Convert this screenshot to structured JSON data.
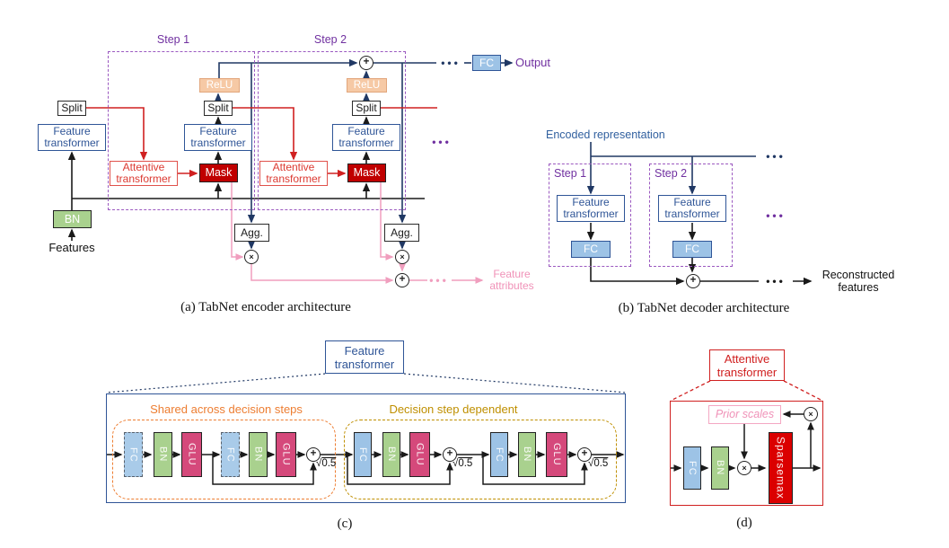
{
  "shared": {
    "feature_transformer": "Feature transformer",
    "attentive_transformer": "Attentive transformer",
    "split": "Split",
    "relu": "ReLU",
    "mask": "Mask",
    "agg": "Agg.",
    "fc": "FC",
    "bn": "BN",
    "glu": "GLU",
    "step1": "Step 1",
    "step2": "Step 2",
    "dots": "•••",
    "plus": "+",
    "times": "×",
    "sqrt_sign": "√",
    "sqrt_value": "0.5"
  },
  "encoder": {
    "caption": "(a) TabNet encoder architecture",
    "features": "Features",
    "output": "Output",
    "feature_attributes": "Feature attributes"
  },
  "decoder": {
    "caption": "(b) TabNet decoder architecture",
    "encoded_representation": "Encoded representation",
    "reconstructed_features": "Reconstructed features"
  },
  "feature_transformer_detail": {
    "caption": "(c)",
    "title": "Feature transformer",
    "shared_across": "Shared across decision steps",
    "step_dependent": "Decision step dependent"
  },
  "attentive_transformer_detail": {
    "caption": "(d)",
    "title": "Attentive transformer",
    "prior_scales": "Prior scales",
    "sparsemax": "Sparsemax"
  },
  "colors": {
    "navy_line": "#203864",
    "black_line": "#1a1a1a",
    "red_line": "#D02020",
    "pink_line": "#F09EBE",
    "purple_step": "#7030A0",
    "purple_dash": "#9B59C0",
    "orange_group": "#ED7D31",
    "olive_group": "#BF8F00",
    "fc_fill": "#9DC3E6",
    "bn_fill": "#A9D18E",
    "glu_fill": "#D5497B",
    "mask_fill": "#C00000",
    "relu_fill": "#F6C9A5",
    "sparsemax_fill": "#DB0000",
    "prior_pink": "#F092B8",
    "ft_blue": "#2F5597"
  }
}
